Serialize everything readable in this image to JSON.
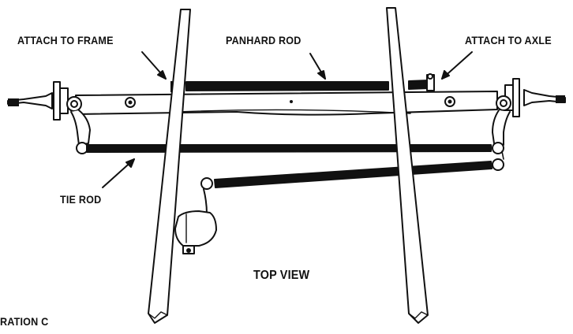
{
  "labels": {
    "attach_frame": "ATTACH TO FRAME",
    "panhard_rod": "PANHARD ROD",
    "attach_axle": "ATTACH TO AXLE",
    "tie_rod": "TIE ROD",
    "top_view": "TOP VIEW",
    "illustration": "RATION C"
  },
  "colors": {
    "ink": "#111111",
    "paper": "#ffffff"
  }
}
